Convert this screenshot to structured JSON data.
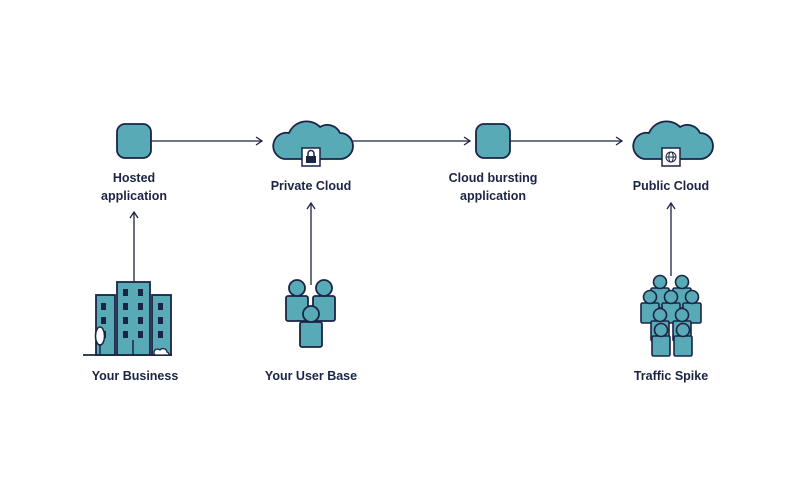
{
  "colors": {
    "fill": "#58aab7",
    "stroke": "#1b2445",
    "text": "#1b2445",
    "background": "#ffffff"
  },
  "nodes": [
    {
      "id": "hosted",
      "label": "Hosted\napplication",
      "icon": "app-box-icon"
    },
    {
      "id": "private",
      "label": "Private Cloud",
      "icon": "cloud-lock-icon"
    },
    {
      "id": "burst",
      "label": "Cloud bursting\napplication",
      "icon": "app-box-icon"
    },
    {
      "id": "public",
      "label": "Public Cloud",
      "icon": "cloud-globe-icon"
    },
    {
      "id": "business",
      "label": "Your Business",
      "icon": "office-building-icon"
    },
    {
      "id": "users",
      "label": "Your User Base",
      "icon": "user-group-icon"
    },
    {
      "id": "spike",
      "label": "Traffic Spike",
      "icon": "crowd-icon"
    }
  ],
  "edges": [
    {
      "from": "hosted",
      "to": "private"
    },
    {
      "from": "private",
      "to": "burst"
    },
    {
      "from": "burst",
      "to": "public"
    },
    {
      "from": "business",
      "to": "hosted"
    },
    {
      "from": "users",
      "to": "private"
    },
    {
      "from": "spike",
      "to": "public"
    }
  ]
}
